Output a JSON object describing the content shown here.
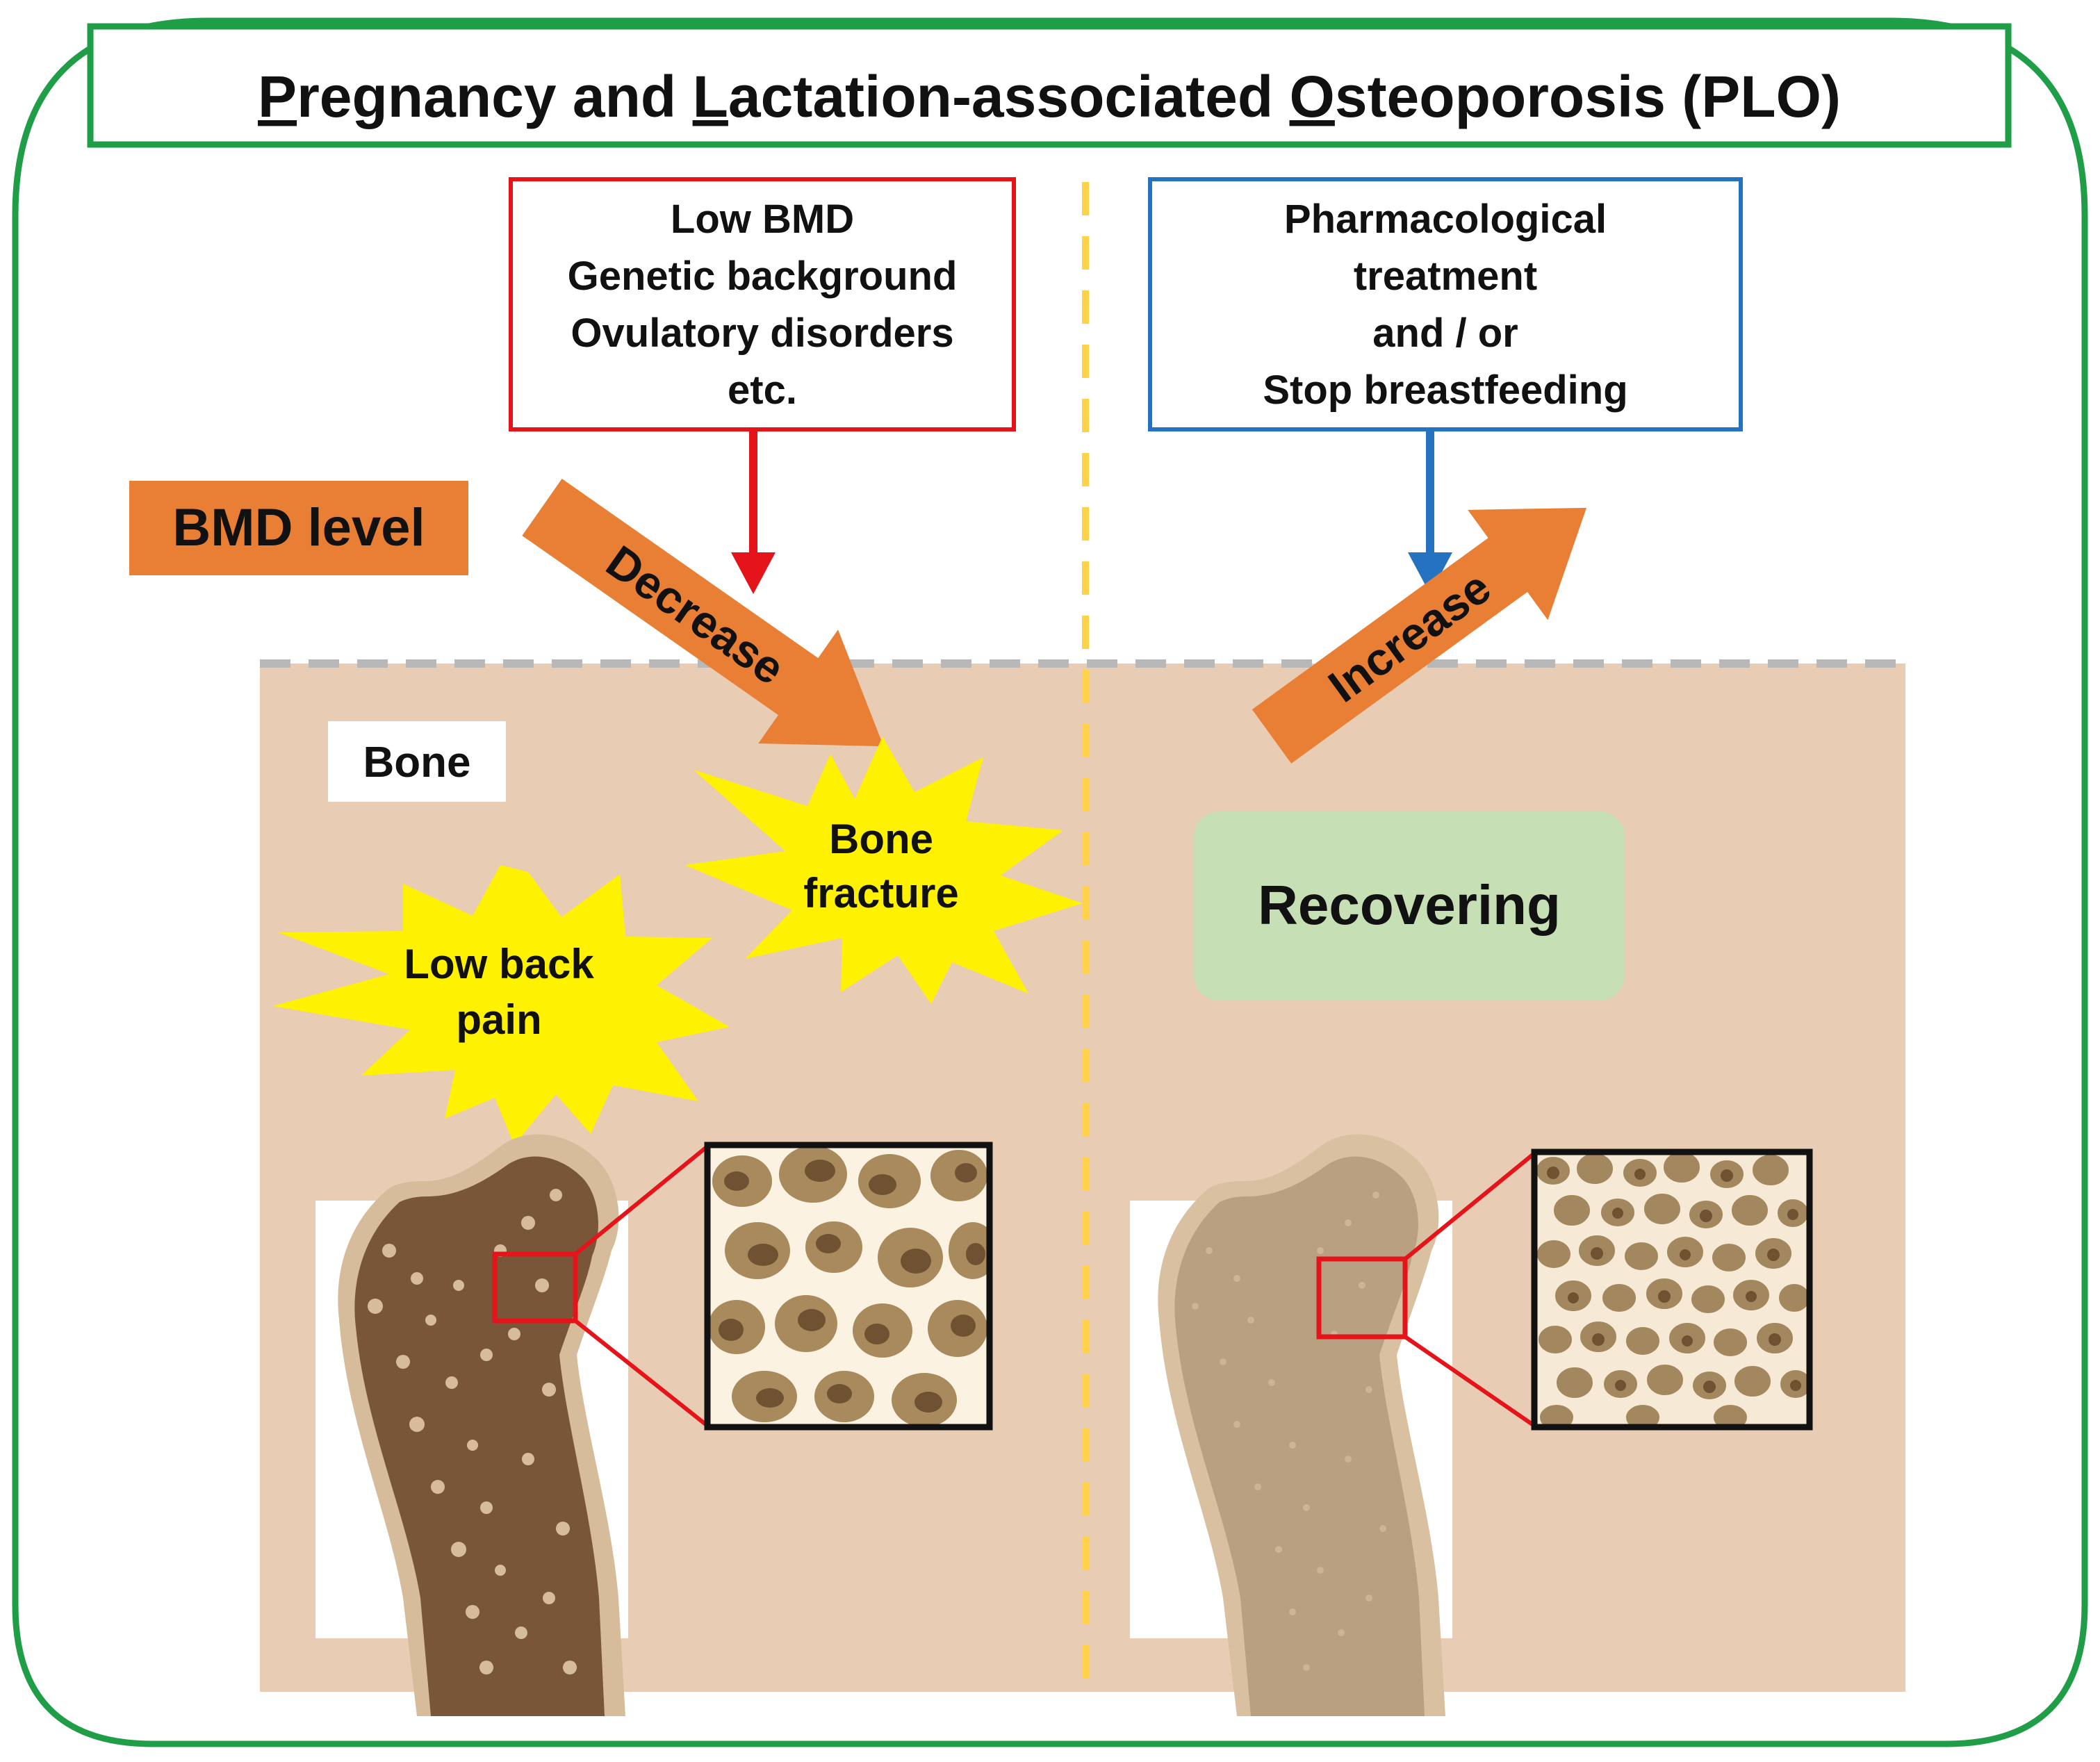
{
  "title": {
    "p_initial": "P",
    "p_rest": "regnancy and ",
    "l_initial": "L",
    "l_rest": "actation-associated ",
    "o_initial": "O",
    "o_rest": "steoporosis (PLO)"
  },
  "risk_factors": {
    "lines": [
      "Low BMD",
      "Genetic background",
      "Ovulatory disorders",
      "etc."
    ]
  },
  "treatment": {
    "lines": [
      "Pharmacological",
      "treatment",
      "and / or",
      "Stop breastfeeding"
    ]
  },
  "bmd_level_label": "BMD level",
  "decrease_label": "Decrease",
  "increase_label": "Increase",
  "bone_label": "Bone",
  "symptoms": {
    "fracture_lines": [
      "Bone",
      "fracture"
    ],
    "back_pain_lines": [
      "Low back",
      "pain"
    ]
  },
  "recovering_label": "Recovering",
  "colors": {
    "frame_green": "#1f9e47",
    "risk_red": "#e5141b",
    "treatment_blue": "#2472c0",
    "arrow_orange": "#e87f34",
    "bone_region": "#e8ccb4",
    "burst_yellow": "#fff200",
    "recovering_green": "#c6dfb4",
    "divider_yellow": "#ffd24a",
    "dashed_gray": "#b8b8b8",
    "bone_dark": "#7a5638",
    "bone_light": "#d7bc9c"
  }
}
